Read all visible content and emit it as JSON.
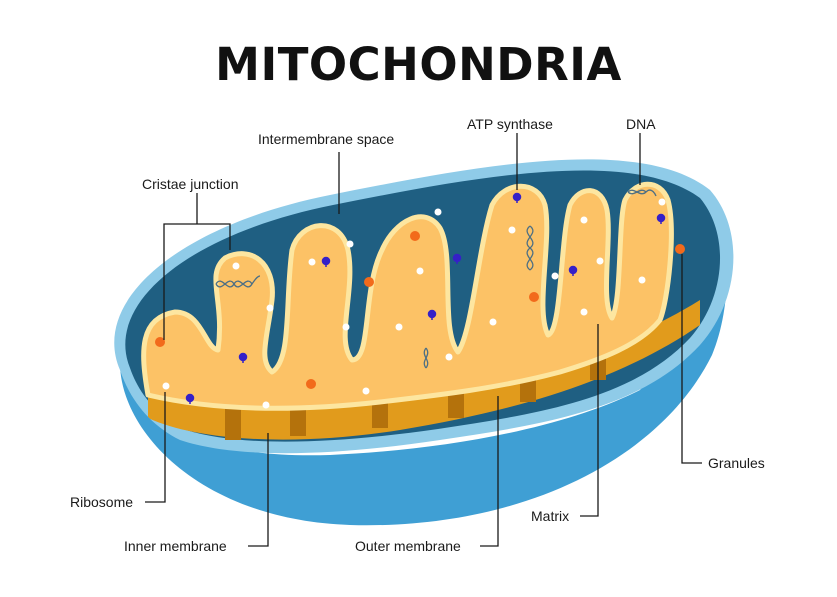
{
  "title": "MITOCHONDRIA",
  "labels": {
    "intermembrane_space": "Intermembrane space",
    "atp_synthase": "ATP synthase",
    "dna": "DNA",
    "cristae_junction": "Cristae junction",
    "ribosome": "Ribosome",
    "inner_membrane": "Inner membrane",
    "outer_membrane": "Outer membrane",
    "matrix": "Matrix",
    "granules": "Granules"
  },
  "colors": {
    "outer_membrane": "#3f9fd4",
    "outer_rim": "#8fcbe8",
    "intermembrane": "#1f5f82",
    "matrix": "#fcc266",
    "inner_edge": "#fde6a0",
    "cristae_depth": "#c98410",
    "atp_synthase": "#3520c8",
    "granule": "#f26a1b",
    "ribosome": "#ffffff",
    "dna": "#4d6f84"
  }
}
